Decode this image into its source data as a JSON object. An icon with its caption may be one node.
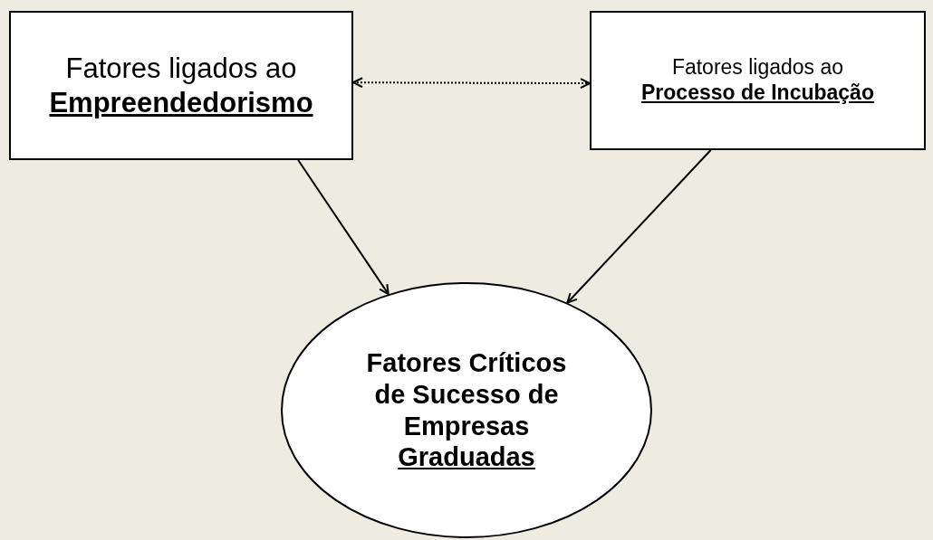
{
  "diagram": {
    "nodes": [
      {
        "text": [
          "Fatores ligados ao",
          "Empreendedorismo"
        ]
      },
      {
        "text": [
          "Fatores ligados ao",
          "Processo de Incubação"
        ]
      },
      {
        "text": [
          "Fatores Críticos de Sucesso de Empresas",
          "Graduadas"
        ]
      }
    ],
    "edges": [
      {
        "from": 0,
        "to": 1,
        "arrow": "both",
        "style": "dashed"
      },
      {
        "from": 0,
        "to": 2,
        "arrow": "to"
      },
      {
        "from": 1,
        "to": 2,
        "arrow": "to"
      }
    ]
  }
}
